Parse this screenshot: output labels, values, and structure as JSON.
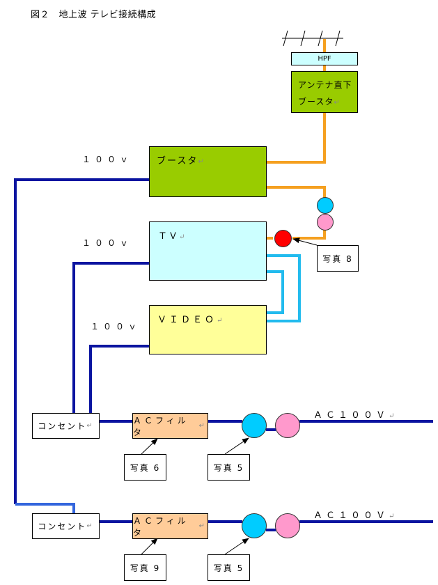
{
  "title": "図２　地上波 テレビ接続構成",
  "colors": {
    "antenna_cable": "#F5A020",
    "power_line": "#0A14A0",
    "video_cable": "#22BBEE",
    "booster_fill": "#99CC00",
    "tv_fill": "#CCFFFF",
    "video_fill": "#FFFF99",
    "filter_fill": "#FFCC99",
    "hpf_fill": "#CCFFFF",
    "connector_blue": "#00CCFF",
    "connector_pink": "#FF99CC",
    "connector_red": "#FF0000"
  },
  "antenna": {
    "icon": "yagi-antenna-icon"
  },
  "hpf": {
    "label": "HPF"
  },
  "mast_booster": {
    "line1": "アンテナ直下",
    "line2": "ブースタ"
  },
  "booster": {
    "label": "ブースタ",
    "power_label": "１００ｖ"
  },
  "tv": {
    "label": "ＴＶ",
    "power_label": "１００ｖ"
  },
  "video": {
    "label": "ＶＩＤＥＯ",
    "power_label": "１００ｖ"
  },
  "photo8": {
    "label": "写真 8"
  },
  "row1": {
    "outlet": "コンセント",
    "filter": "ＡＣフィルタ",
    "ac_label": "ＡＣ１００Ｖ",
    "photo_filter": "写真 6",
    "photo_plug": "写真 5"
  },
  "row2": {
    "outlet": "コンセント",
    "filter": "ＡＣフィルタ",
    "ac_label": "ＡＣ１００Ｖ",
    "photo_filter": "写真 9",
    "photo_plug": "写真 5"
  },
  "paragraph_mark": "↵"
}
